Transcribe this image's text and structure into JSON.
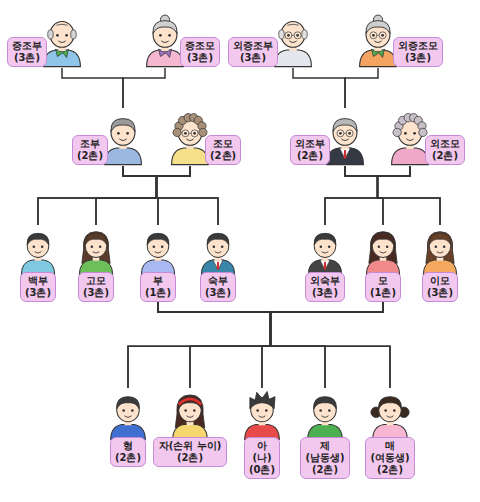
{
  "diagram": {
    "nodes": [
      {
        "text": [
          "증조부 (3촌)"
        ]
      },
      {
        "text": [
          "증조모 (3촌)"
        ]
      },
      {
        "text": [
          "외증조부 (3촌)"
        ]
      },
      {
        "text": [
          "외증조모 (3촌)"
        ]
      },
      {
        "text": [
          "조부 (2촌)"
        ]
      },
      {
        "text": [
          "조모 (2촌)"
        ]
      },
      {
        "text": [
          "외조부 (2촌)"
        ]
      },
      {
        "text": [
          "외조모 (2촌)"
        ]
      },
      {
        "text": [
          "백부 (3촌)"
        ]
      },
      {
        "text": [
          "고모 (3촌)"
        ]
      },
      {
        "text": [
          "부 (1촌)"
        ]
      },
      {
        "text": [
          "숙부 (3촌)"
        ]
      },
      {
        "text": [
          "외숙부 (3촌)"
        ]
      },
      {
        "text": [
          "모 (1촌)"
        ]
      },
      {
        "text": [
          "이모 (3촌)"
        ]
      },
      {
        "text": [
          "형 (2촌)"
        ]
      },
      {
        "text": [
          "자(손위 누이) (2촌)"
        ]
      },
      {
        "text": [
          "아(나) (0촌)"
        ]
      },
      {
        "text": [
          "제(남동생) (2촌)"
        ]
      },
      {
        "text": [
          "매(여동생) (2촌)"
        ]
      }
    ],
    "edges": [
      {
        "from": 0,
        "to": 4,
        "arrow": "none"
      },
      {
        "from": 1,
        "to": 4,
        "arrow": "none"
      },
      {
        "from": 2,
        "to": 6,
        "arrow": "none"
      },
      {
        "from": 3,
        "to": 6,
        "arrow": "none"
      },
      {
        "from": 4,
        "to": 8,
        "arrow": "none"
      },
      {
        "from": 4,
        "to": 9,
        "arrow": "none"
      },
      {
        "from": 4,
        "to": 10,
        "arrow": "none"
      },
      {
        "from": 4,
        "to": 11,
        "arrow": "none"
      },
      {
        "from": 5,
        "to": 8,
        "arrow": "none"
      },
      {
        "from": 5,
        "to": 9,
        "arrow": "none"
      },
      {
        "from": 5,
        "to": 10,
        "arrow": "none"
      },
      {
        "from": 5,
        "to": 11,
        "arrow": "none"
      },
      {
        "from": 6,
        "to": 12,
        "arrow": "none"
      },
      {
        "from": 6,
        "to": 13,
        "arrow": "none"
      },
      {
        "from": 6,
        "to": 14,
        "arrow": "none"
      },
      {
        "from": 7,
        "to": 12,
        "arrow": "none"
      },
      {
        "from": 7,
        "to": 13,
        "arrow": "none"
      },
      {
        "from": 7,
        "to": 14,
        "arrow": "none"
      },
      {
        "from": 10,
        "to": 15,
        "arrow": "none"
      },
      {
        "from": 10,
        "to": 16,
        "arrow": "none"
      },
      {
        "from": 10,
        "to": 17,
        "arrow": "none"
      },
      {
        "from": 10,
        "to": 18,
        "arrow": "none"
      },
      {
        "from": 10,
        "to": 19,
        "arrow": "none"
      },
      {
        "from": 13,
        "to": 15,
        "arrow": "none"
      },
      {
        "from": 13,
        "to": 16,
        "arrow": "none"
      },
      {
        "from": 13,
        "to": 17,
        "arrow": "none"
      },
      {
        "from": 13,
        "to": 18,
        "arrow": "none"
      },
      {
        "from": 13,
        "to": 19,
        "arrow": "none"
      }
    ]
  }
}
